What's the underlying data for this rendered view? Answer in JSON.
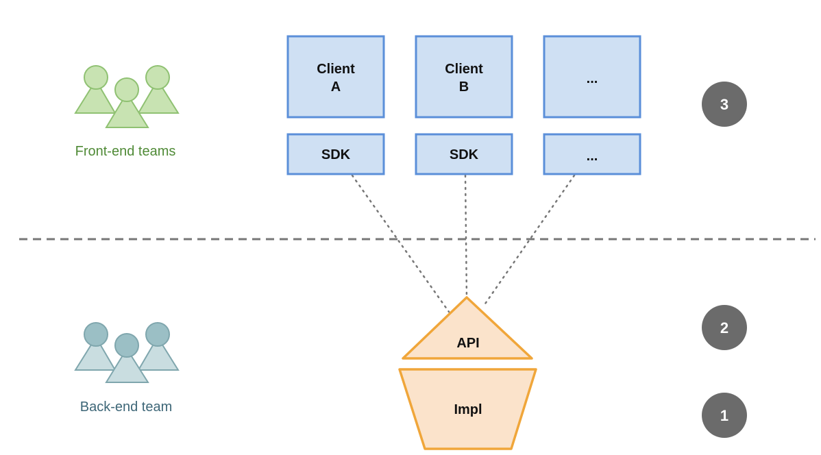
{
  "colors": {
    "box_fill": "#cfe0f3",
    "box_stroke": "#5b8fd9",
    "orange_fill": "#fbe3cb",
    "orange_stroke": "#f0a63a",
    "front_team_fill": "#c8e3b2",
    "front_team_stroke": "#8fc172",
    "front_team_label": "#4f8a36",
    "back_team_fill": "#c9dde0",
    "back_team_stroke": "#7fa6ad",
    "back_team_label": "#3d6677",
    "badge_fill": "#6b6b6b",
    "divider": "#777777",
    "dotted": "#777777"
  },
  "teams": {
    "front_label": "Front-end teams",
    "back_label": "Back-end team"
  },
  "clients": [
    {
      "line1": "Client",
      "line2": "A"
    },
    {
      "line1": "Client",
      "line2": "B"
    },
    {
      "line1": "...",
      "line2": ""
    }
  ],
  "sdks": [
    "SDK",
    "SDK",
    "..."
  ],
  "api_label": "API",
  "impl_label": "Impl",
  "badges": [
    "3",
    "2",
    "1"
  ]
}
